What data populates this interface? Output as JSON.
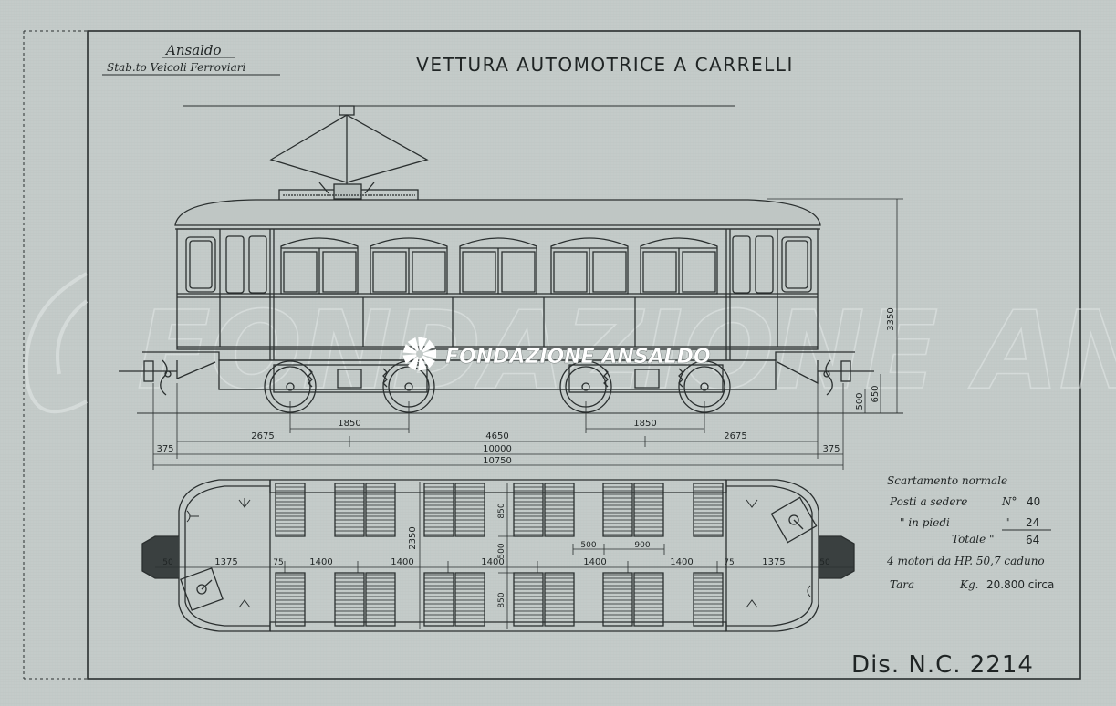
{
  "header": {
    "company": "Ansaldo",
    "establishment": "Stab.to Veicoli Ferroviari",
    "title": "VETTURA AUTOMOTRICE A CARRELLI"
  },
  "drawing_number": "Dis. N.C. 2214",
  "watermark": {
    "logo_text": "FONDAZIONE ANSALDO",
    "background_text": "FONDAZIONE ANSALDO",
    "logo_color": "#ffffff"
  },
  "elevation_dims": {
    "height_total": "3350",
    "height_650": "650",
    "height_500": "500",
    "bogie_wheelbase_left": "1850",
    "bogie_wheelbase_right": "1850",
    "end_left": "2675",
    "center": "4650",
    "end_right": "2675",
    "body_length": "10000",
    "total_length": "10750",
    "buffer_left": "375",
    "buffer_right": "375"
  },
  "plan_dims": {
    "width": "2350",
    "bay_upper": "850",
    "bay_lower": "850",
    "aisle": "500",
    "seat": "500",
    "pitch": "900",
    "end_left": "1375",
    "end_right": "1375",
    "bay_1": "1400",
    "bay_2": "1400",
    "bay_3": "1400",
    "bay_4": "1400",
    "bay_5": "1400",
    "gap_left": "75",
    "gap_right": "75",
    "coupler_left": "50",
    "coupler_right": "50"
  },
  "specs": {
    "gauge": "Scartamento normale",
    "seated_label": "Posti a sedere",
    "seated_prefix": "N°",
    "seated_value": "40",
    "standing_label": "\" in piedi",
    "standing_prefix": "\"",
    "standing_value": "24",
    "total_label": "Totale \"",
    "total_value": "64",
    "motors": "4 motori da HP. 50,7 caduno",
    "tare_label": "Tara",
    "tare_prefix": "Kg.",
    "tare_value": "20.800 circa"
  }
}
